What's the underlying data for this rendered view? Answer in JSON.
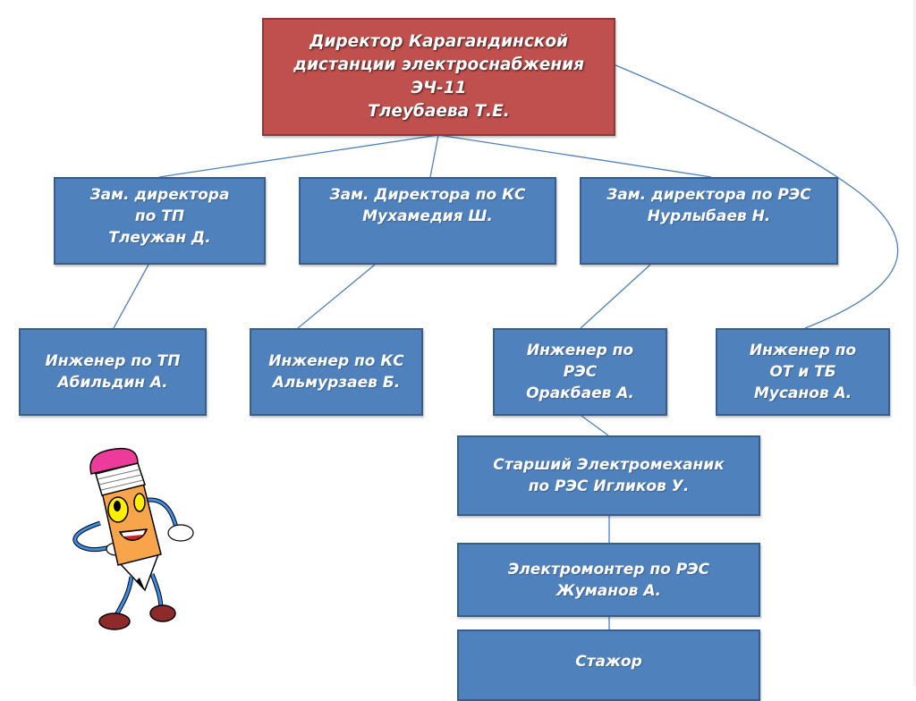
{
  "colors": {
    "director_fill": "#C0504D",
    "director_border": "#8C3836",
    "node_fill": "#4F81BD",
    "node_border": "#385D8A",
    "connector": "#4F81BD",
    "text": "#FFFFFF"
  },
  "director": {
    "lines": [
      "Директор Карагандинской",
      "дистанции электроснабжения",
      "ЭЧ-11",
      "Тлеубаева Т.Е."
    ]
  },
  "deputies": [
    {
      "id": "tp",
      "lines": [
        "Зам. директора",
        "по ТП",
        "Тлеужан Д."
      ]
    },
    {
      "id": "ks",
      "lines": [
        "Зам. Директора по КС",
        "Мухамедия Ш."
      ]
    },
    {
      "id": "res",
      "lines": [
        "Зам. директора по РЭС",
        "Нурлыбаев Н."
      ]
    }
  ],
  "engineers": [
    {
      "id": "tp",
      "lines": [
        "Инженер по ТП",
        "Абильдин А."
      ]
    },
    {
      "id": "ks",
      "lines": [
        "Инженер по КС",
        "Альмурзаев Б."
      ]
    },
    {
      "id": "res",
      "lines": [
        "Инженер по",
        "РЭС",
        "Оракбаев А."
      ]
    },
    {
      "id": "ot",
      "lines": [
        "Инженер по",
        "ОТ и ТБ",
        "Мусанов А."
      ]
    }
  ],
  "res_chain": [
    {
      "id": "senior",
      "lines": [
        "Старший Электромеханик",
        "по РЭС Игликов У."
      ]
    },
    {
      "id": "electrician",
      "lines": [
        "Электромонтер по РЭС",
        "Жуманов А."
      ]
    },
    {
      "id": "trainee",
      "lines": [
        "Стажор"
      ]
    }
  ],
  "mascot": {
    "icon": "pencil-mascot-icon"
  }
}
